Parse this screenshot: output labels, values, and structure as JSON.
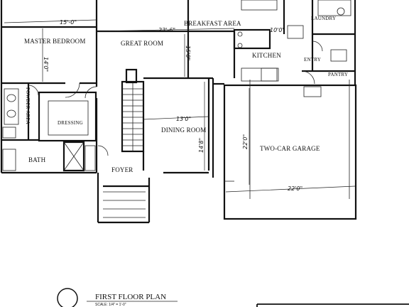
{
  "rooms": {
    "master_bedroom": "MASTER BEDROOM",
    "great_room": "GREAT ROOM",
    "breakfast_area": "BREAKFAST AREA",
    "kitchen": "KITCHEN",
    "laundry": "LAUNDRY",
    "entry": "ENTRY",
    "pantry": "PANTRY",
    "powder_area": "POWDER AREA",
    "dressing": "DRESSING",
    "bath": "BATH",
    "dining_room": "DINING ROOM",
    "two_car_garage": "TWO-CAR GARAGE",
    "foyer": "FOYER"
  },
  "dimensions": {
    "master_width": "15'-0\"",
    "master_depth": "14'0\"",
    "great_width": "23'-6\"",
    "great_depth": "15'0\"",
    "kitchen_dim": "10'0\"",
    "dining_width": "13'0\"",
    "dining_depth": "14'8\"",
    "garage_depth": "22'0\"",
    "garage_width": "22'0\""
  },
  "title": {
    "text": "FIRST FLOOR PLAN",
    "scale": "SCALE: 1/4\" = 1'-0\""
  }
}
